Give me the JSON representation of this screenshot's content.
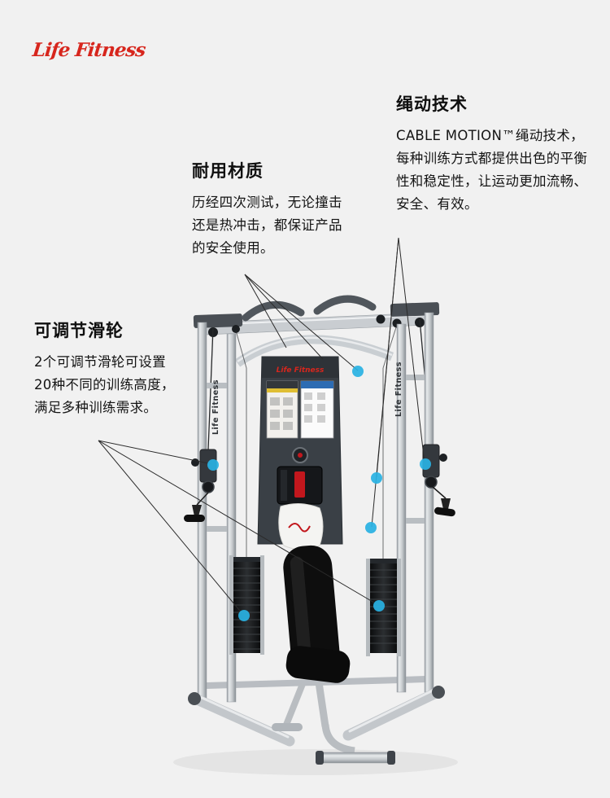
{
  "page": {
    "background": "#f1f1f1"
  },
  "brand": {
    "logo_text": "Life Fitness",
    "logo_color": "#d7261d"
  },
  "annotations": {
    "cable_motion": {
      "title": "绳动技术",
      "body": "CABLE MOTION™绳动技术，每种训练方式都提供出色的平衡性和稳定性，让运动更加流畅、安全、有效。"
    },
    "durable": {
      "title": "耐用材质",
      "body": "历经四次测试，无论撞击还是热冲击，都保证产品的安全使用。"
    },
    "pulley": {
      "title": "可调节滑轮",
      "body": "2个可调节滑轮可设置20种不同的训练高度， 满足多种训练需求。"
    }
  },
  "machine": {
    "rail_brand_left": "Life Fitness",
    "rail_brand_right": "Life Fitness",
    "panel_brand": "Life Fitness"
  },
  "callouts": {
    "dot_color": "#29b2e3",
    "line_color": "#2b2b2b",
    "dot_count": 7
  }
}
